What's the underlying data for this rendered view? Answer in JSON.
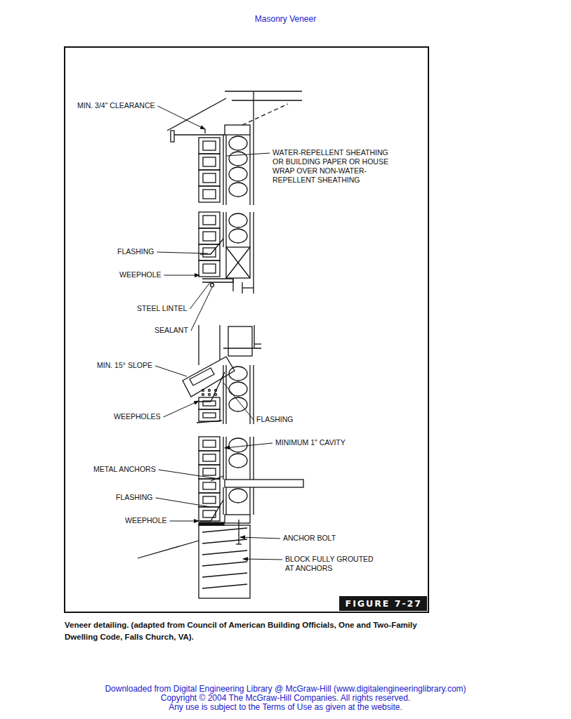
{
  "diagram": {
    "title": "Masonry Veneer",
    "caption": "Veneer detailing. (adapted from Council of American Building Officials, One and Two-Family Dwelling Code, Falls Church, VA).",
    "nodes": [
      {
        "text": [
          "FIGURE 7-27"
        ]
      }
    ],
    "labels": [
      "MIN. 3/4\" CLEARANCE",
      "WATER-REPELLENT SHEATHING OR BUILDING PAPER OR HOUSE WRAP OVER NON-WATER-REPELLENT SHEATHING",
      "FLASHING",
      "WEEPHOLE",
      "STEEL LINTEL",
      "SEALANT",
      "MIN. 15° SLOPE",
      "WEEPHOLES",
      "FLASHING",
      "MINIMUM 1\" CAVITY",
      "METAL ANCHORS",
      "FLASHING",
      "WEEPHOLE",
      "ANCHOR BOLT",
      "BLOCK FULLY GROUTED AT ANCHORS",
      "Downloaded from Digital Engineering Library @ McGraw-Hill (www.digitalengineeringlibrary.com)",
      "Copyright © 2004 The McGraw-Hill Companies. All rights reserved.",
      "Any use is subject to the Terms of Use as given at the website."
    ]
  }
}
